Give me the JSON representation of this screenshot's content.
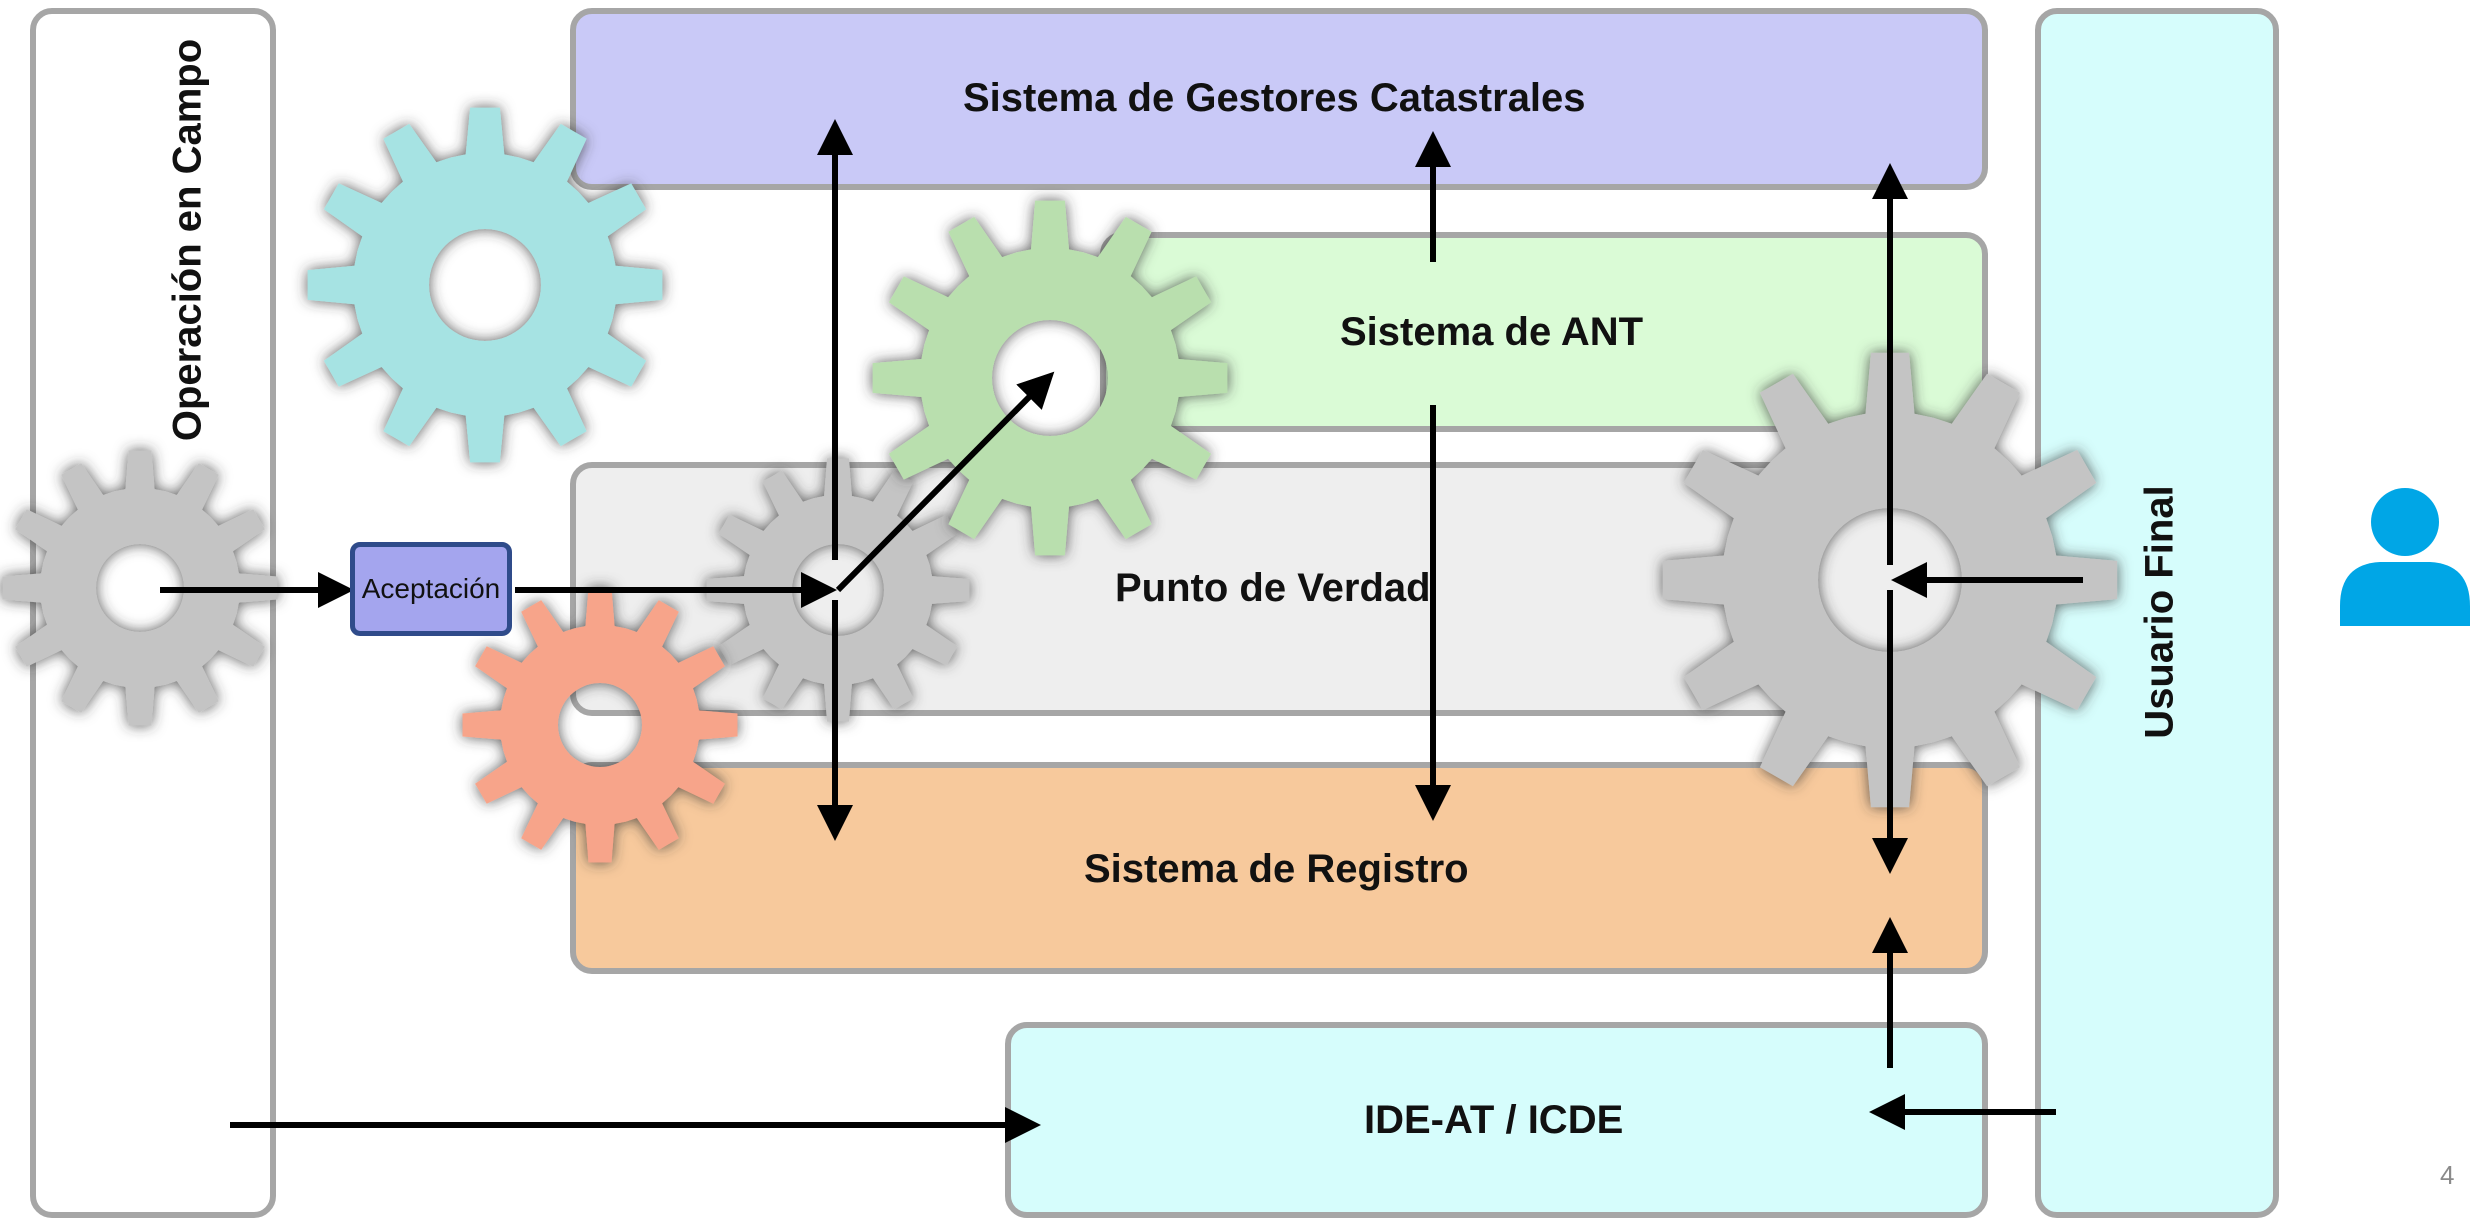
{
  "boxes": {
    "gestores": "Sistema de Gestores Catastrales",
    "ant": "Sistema de ANT",
    "verdad": "Punto de Verdad",
    "registro": "Sistema de Registro",
    "ide": "IDE-AT / ICDE",
    "usuario": "Usuario Final",
    "campo": "Operación en Campo"
  },
  "aceptacion": "Aceptación",
  "slide_number": "4",
  "colors": {
    "gestores": "#c9c9f7",
    "ant": "#dafbd6",
    "verdad": "#eeeeee",
    "registro": "#f7c99c",
    "ide": "#d6fdfc",
    "gear_gray": "#c4c4c4",
    "gear_teal": "#a6e3e3",
    "gear_green": "#b9dfae",
    "gear_orange": "#f7a48a",
    "user_icon": "#00a6e6"
  },
  "icons": [
    "gear-icon",
    "user-icon"
  ]
}
